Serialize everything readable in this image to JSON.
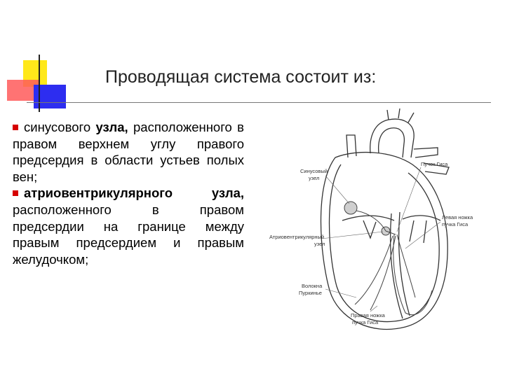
{
  "slide": {
    "title": "Проводящая система состоит из:",
    "items": [
      {
        "lead": "синусового",
        "bold": "узла,",
        "rest": "расположенного в правом верхнем углу правого предсердия в области устьев полых вен;"
      },
      {
        "lead": "",
        "bold": "атриовентрикулярного узла,",
        "rest": "расположенного в правом предсердии на границе между правым предсердием и правым желудочком;"
      }
    ]
  },
  "diagram": {
    "labels": {
      "sa_node": [
        "Синусовый",
        "узел"
      ],
      "his_bundle": "Пучок Гиса",
      "left_branch": [
        "Левая ножка",
        "пучка Гиса"
      ],
      "av_node": [
        "Атриовентрикулярный",
        "узел"
      ],
      "purkinje": [
        "Волокна",
        "Пуркинье"
      ],
      "right_branch": [
        "Правая ножка",
        "пучка Гиса"
      ]
    }
  },
  "colors": {
    "bullet": "#d60000",
    "deco_yellow": "#ffe81a",
    "deco_red": "#ff5a5a",
    "deco_blue": "#2d2df0"
  }
}
